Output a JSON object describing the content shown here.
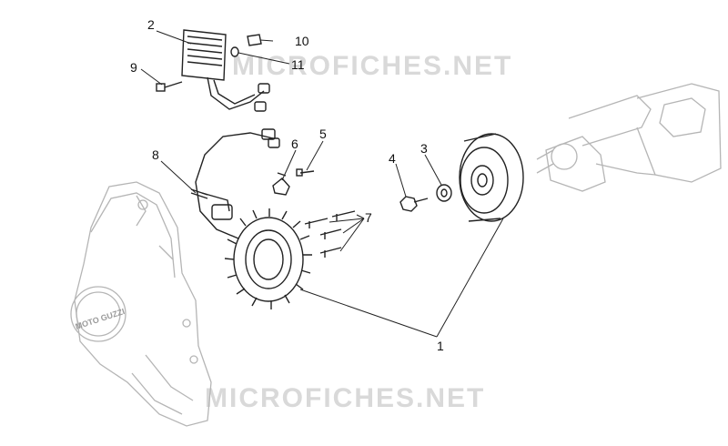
{
  "watermark": {
    "top": "MICROFICHES.NET",
    "bottom": "MICROFICHES.NET"
  },
  "cover_emblem": "MOTO GUZZI",
  "callouts": [
    "1",
    "2",
    "3",
    "4",
    "5",
    "6",
    "7",
    "8",
    "9",
    "10",
    "11"
  ]
}
